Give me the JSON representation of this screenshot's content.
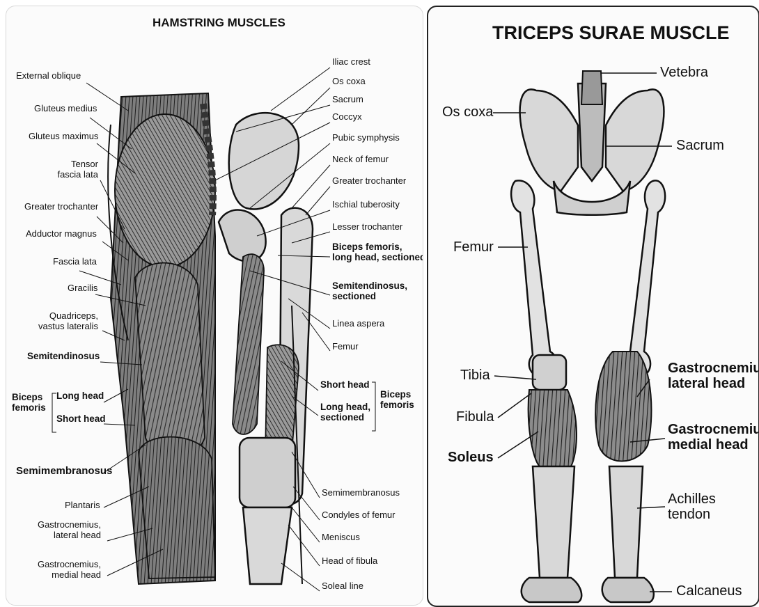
{
  "left": {
    "title": "HAMSTRING MUSCLES",
    "labels_left": {
      "external_oblique": "External oblique",
      "gluteus_medius": "Gluteus medius",
      "gluteus_maximus": "Gluteus maximus",
      "tensor_1": "Tensor",
      "tensor_2": "fascia lata",
      "greater_trochanter": "Greater trochanter",
      "adductor_magnus": "Adductor magnus",
      "fascia_lata": "Fascia lata",
      "gracilis": "Gracilis",
      "quadriceps_1": "Quadriceps,",
      "quadriceps_2": "vastus lateralis",
      "semitendinosus": "Semitendinosus",
      "biceps_1": "Biceps",
      "biceps_2": "femoris",
      "long_head": "Long head",
      "short_head": "Short head",
      "semimembranosus": "Semimembranosus",
      "plantaris": "Plantaris",
      "gastroc_lat_1": "Gastrocnemius,",
      "gastroc_lat_2": "lateral head",
      "gastroc_med_1": "Gastrocnemius,",
      "gastroc_med_2": "medial head"
    },
    "labels_right": {
      "iliac_crest": "Iliac crest",
      "os_coxa": "Os coxa",
      "sacrum": "Sacrum",
      "coccyx": "Coccyx",
      "pubic_symphysis": "Pubic symphysis",
      "neck_of_femur": "Neck of femur",
      "greater_trochanter": "Greater trochanter",
      "ischial_tuberosity": "Ischial tuberosity",
      "lesser_trochanter": "Lesser trochanter",
      "biceps_long_1": "Biceps femoris,",
      "biceps_long_2": "long head, sectioned",
      "semitend_1": "Semitendinosus,",
      "semitend_2": "sectioned",
      "linea_aspera": "Linea aspera",
      "femur": "Femur",
      "short_head": "Short head",
      "long_head_1": "Long head,",
      "long_head_2": "sectioned",
      "biceps_1": "Biceps",
      "biceps_2": "femoris",
      "semimembranosus": "Semimembranosus",
      "condyles": "Condyles of femur",
      "meniscus": "Meniscus",
      "head_of_fibula": "Head of fibula",
      "soleal_line": "Soleal line"
    }
  },
  "right": {
    "title": "TRICEPS SURAE MUSCLE",
    "labels": {
      "vetebra": "Vetebra",
      "os_coxa": "Os coxa",
      "sacrum": "Sacrum",
      "femur": "Femur",
      "tibia": "Tibia",
      "fibula": "Fibula",
      "soleus": "Soleus",
      "gastroc_lat_1": "Gastrocnemius",
      "gastroc_lat_2": "lateral head",
      "gastroc_med_1": "Gastrocnemius",
      "gastroc_med_2": "medial head",
      "achilles_1": "Achilles",
      "achilles_2": "tendon",
      "calcaneus": "Calcaneus"
    }
  },
  "colors": {
    "ink": "#111111",
    "muscle": "#6e6e6e",
    "bone": "#dcdcdc",
    "paper": "#fbfbfb"
  }
}
